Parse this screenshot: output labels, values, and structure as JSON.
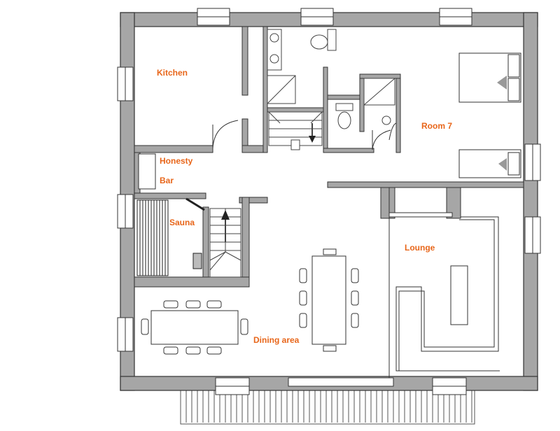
{
  "colors": {
    "wall_fill": "#a6a6a6",
    "wall_stroke": "#333333",
    "fixture_stroke": "#444444",
    "label_color": "#e8661a",
    "background": "#ffffff"
  },
  "labels": {
    "kitchen": "Kitchen",
    "honesty": "Honesty",
    "bar": "Bar",
    "sauna": "Sauna",
    "room7": "Room 7",
    "lounge": "Lounge",
    "dining": "Dining area"
  }
}
